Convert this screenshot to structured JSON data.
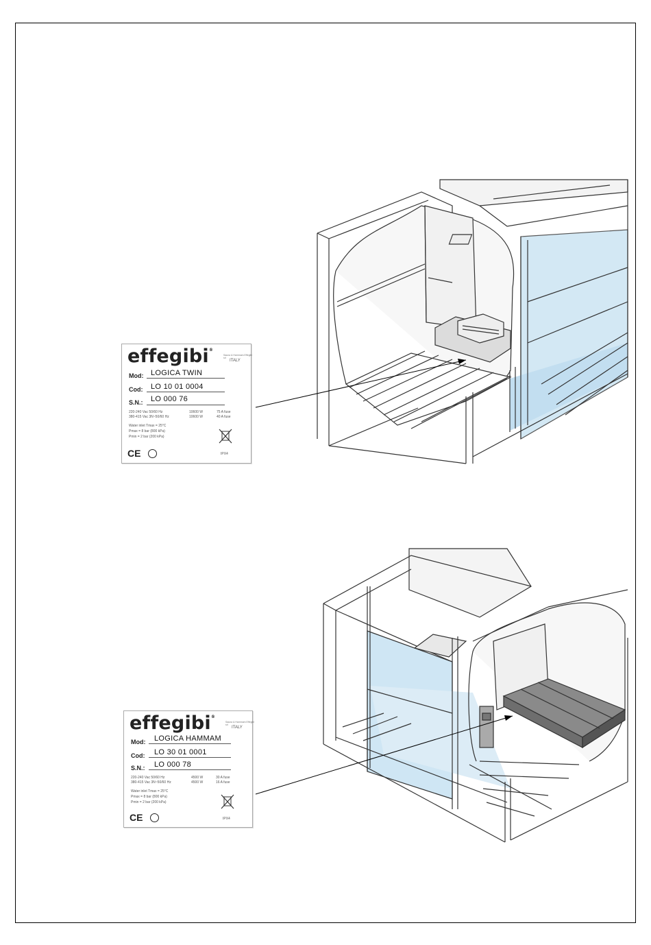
{
  "plates": [
    {
      "brand": "effegibi",
      "tagline": "Sauna & Hammam Effegibi srl",
      "origin": "ITALY",
      "mod_label": "Mod:",
      "mod_value": "LOGICA TWIN",
      "cod_label": "Cod:",
      "cod_value": "LO 10 01 0004",
      "sn_label": "S.N.:",
      "sn_value": "LO 000 76",
      "spec1_left": "220-240 Vac 50/60 Hz",
      "spec1_power": "10600 W",
      "spec1_fuse": "75 A fuse",
      "spec2_left": "380-415 Vac 3N~50/60 Hz",
      "spec2_power": "10600 W",
      "spec2_fuse": "40 A fuse",
      "water": "Water inlet Tmax = 25°C",
      "pmax": "Pmax = 8 bar (800 kPa)",
      "pmin": "Pmin = 2 bar (200 kPa)",
      "ce": "CE",
      "ipx": "IPX4"
    },
    {
      "brand": "effegibi",
      "tagline": "Sauna & Hammam Effegibi srl",
      "origin": "ITALY",
      "mod_label": "Mod:",
      "mod_value": "LOGICA HAMMAM",
      "cod_label": "Cod:",
      "cod_value": "LO 30 01 0001",
      "sn_label": "S.N.:",
      "sn_value": "LO 000 78",
      "spec1_left": "220-240 Vac 50/60 Hz",
      "spec1_power": "4500 W",
      "spec1_fuse": "30 A fuse",
      "spec2_left": "380-415 Vac 3N~50/60 Hz",
      "spec2_power": "4500 W",
      "spec2_fuse": "16 A fuse",
      "water": "Water inlet Tmax = 25°C",
      "pmax": "Pmax = 8 bar (800 kPa)",
      "pmin": "Pmin = 2 bar (200 kPa)",
      "ce": "CE",
      "ipx": "IPX4"
    }
  ],
  "colors": {
    "frame": "#000000",
    "glass": "#cfe6f3",
    "line": "#333333"
  }
}
